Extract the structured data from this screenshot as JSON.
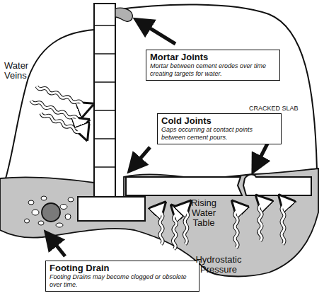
{
  "diagram": {
    "nodes": [
      {
        "text": [
          "Mortar Joints",
          "Mortar between cement erodes over time creating targets for water."
        ]
      },
      {
        "text": [
          "Cold Joints",
          "Gaps occurring at contact points between cement pours."
        ]
      },
      {
        "text": [
          "Footing Drain",
          "Footing Drains may become clogged or obsolete over time."
        ]
      }
    ],
    "labels": [
      "Water Veins",
      "CRACKED SLAB",
      "Rising Water Table",
      "Hydrostatic Pressure"
    ]
  }
}
